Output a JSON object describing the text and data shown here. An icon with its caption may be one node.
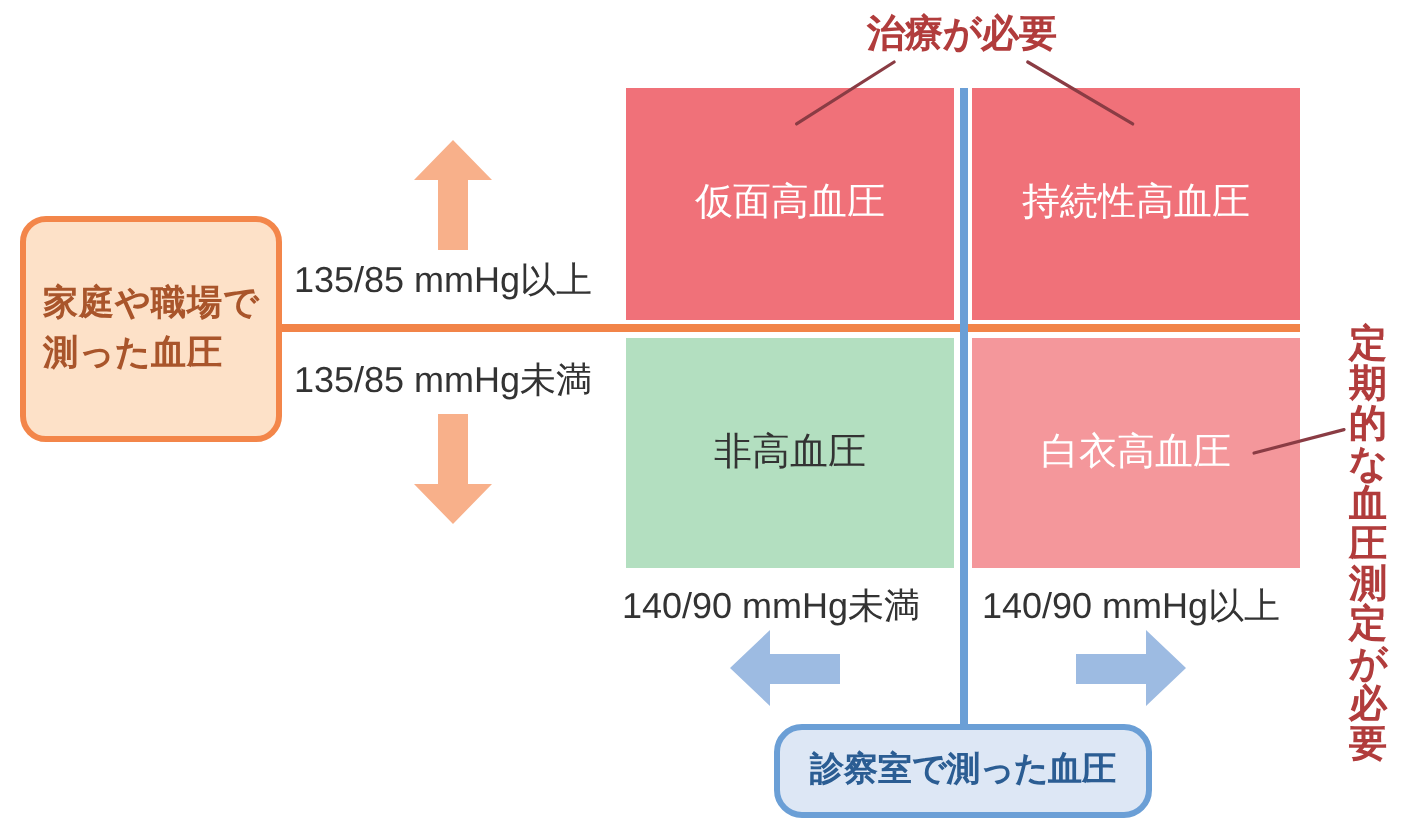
{
  "diagram": {
    "nodes": [
      {
        "text": [
          "治療が必要"
        ]
      },
      {
        "text": [
          "家庭や職場で測った血圧"
        ]
      },
      {
        "text": [
          "仮面高血圧"
        ]
      },
      {
        "text": [
          "持続性高血圧"
        ]
      },
      {
        "text": [
          "非高血圧"
        ]
      },
      {
        "text": [
          "白衣高血圧"
        ]
      },
      {
        "text": [
          "定期的な血圧測定が必要"
        ]
      },
      {
        "text": [
          "診察室で測った血圧"
        ]
      }
    ],
    "edges": [
      {
        "from": 0,
        "to": 2,
        "arrow": "none"
      },
      {
        "from": 0,
        "to": 3,
        "arrow": "none"
      },
      {
        "from": 6,
        "to": 5,
        "arrow": "none"
      }
    ],
    "labels": [
      "135/85 mmHg以上",
      "135/85 mmHg未満",
      "140/90 mmHg未満",
      "140/90 mmHg以上"
    ]
  }
}
